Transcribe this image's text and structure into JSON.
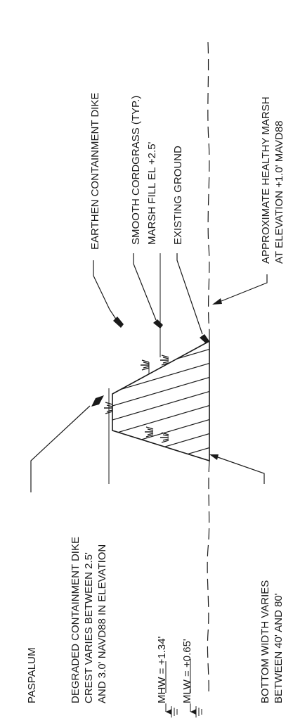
{
  "labels": {
    "paspalum": "PASPALUM",
    "degraded_1": "DEGRADED CONTAINMENT DIKE",
    "degraded_2": "CREST VARIES BETWEEN 2.5'",
    "degraded_3": "AND 3.0' NAVD88 IN ELEVATION",
    "earthen_dike": "EARTHEN CONTAINMENT DIKE",
    "cordgrass": "SMOOTH CORDGRASS (TYP.)",
    "marsh_fill": "MARSH FILL EL +2.5'",
    "existing_ground": "EXISTING GROUND",
    "healthy_marsh_1": "APPROXIMATE HEALTHY MARSH",
    "healthy_marsh_2": "AT ELEVATION +1.0' MAVD88",
    "bottom_width_1": "BOTTOM WIDTH VARIES",
    "bottom_width_2": "BETWEEN 40' AND 80'",
    "mhw": "MHW = +1.34'",
    "mlw": "MLW = +0.65'"
  }
}
